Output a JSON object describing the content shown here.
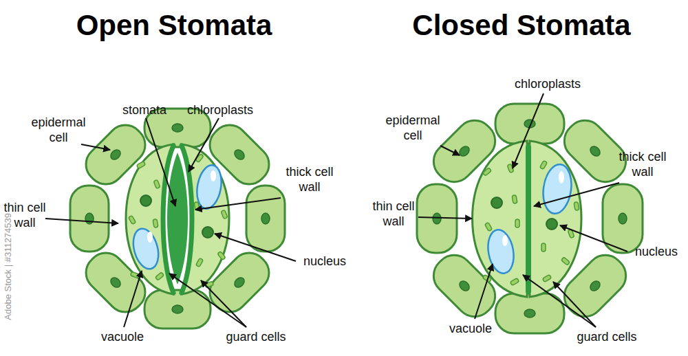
{
  "diagram": {
    "labels": [
      "Open Stomata",
      "stomata",
      "chloroplasts",
      "epidermal cell",
      "thick cell wall",
      "thin cell wall",
      "nucleus",
      "vacuole",
      "guard cells",
      "Closed Stomata",
      "chloroplasts",
      "epidermal cell",
      "thick cell wall",
      "thin cell wall",
      "nucleus",
      "vacuole",
      "guard cells",
      "Adobe Stock | #311274539"
    ]
  }
}
